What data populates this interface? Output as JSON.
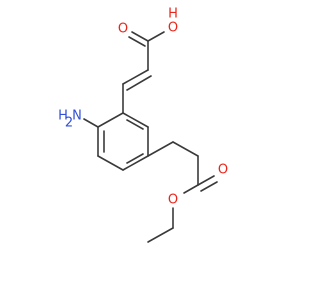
{
  "molecule": {
    "atoms": {
      "carboxyl_hydroxyl": "OH",
      "carboxyl_carbonyl_oxygen": "O",
      "amino_hydrogen": "H",
      "amino_n_h2": "H2N",
      "ester_carbonyl_oxygen": "O",
      "ester_ether_oxygen": "O"
    },
    "amino_h": "H",
    "amino_n": "N",
    "amino_subscript": "2",
    "hydroxyl_o": "O",
    "hydroxyl_h": "H"
  },
  "colors": {
    "bond": "#3a3a3a",
    "oxygen": "#e8261b",
    "nitrogen": "#3050d8",
    "background": "#ffffff"
  }
}
